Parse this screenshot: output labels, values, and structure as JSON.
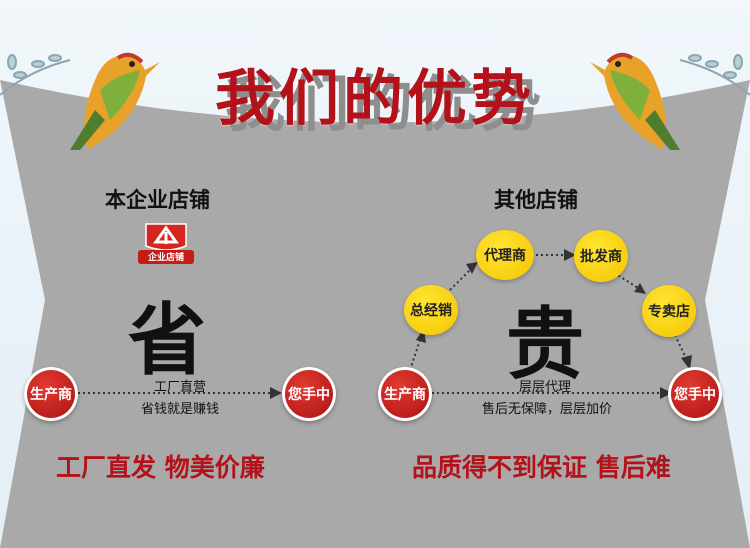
{
  "title": "我们的优势",
  "left": {
    "heading": "本企业店铺",
    "badge_text": "企业店铺",
    "big_char": "省",
    "from_label": "生产商",
    "to_label": "您手中",
    "path_line1": "工厂直营",
    "path_line2": "省钱就是赚钱",
    "slogan": "工厂直发 物美价廉"
  },
  "right": {
    "heading": "其他店铺",
    "big_char": "贵",
    "from_label": "生产商",
    "to_label": "您手中",
    "nodes": [
      "总经销",
      "代理商",
      "批发商",
      "专卖店"
    ],
    "path_line1": "层层代理",
    "path_line2": "售后无保障，层层加价",
    "slogan": "品质得不到保证 售后难"
  },
  "colors": {
    "accent_red": "#b3121a",
    "node_yellow": "#f4c400",
    "panel_gray": "#a9a9a9"
  },
  "icons": [
    "bird-icon",
    "branch-icon",
    "enterprise-badge-icon",
    "arrow-icon"
  ]
}
